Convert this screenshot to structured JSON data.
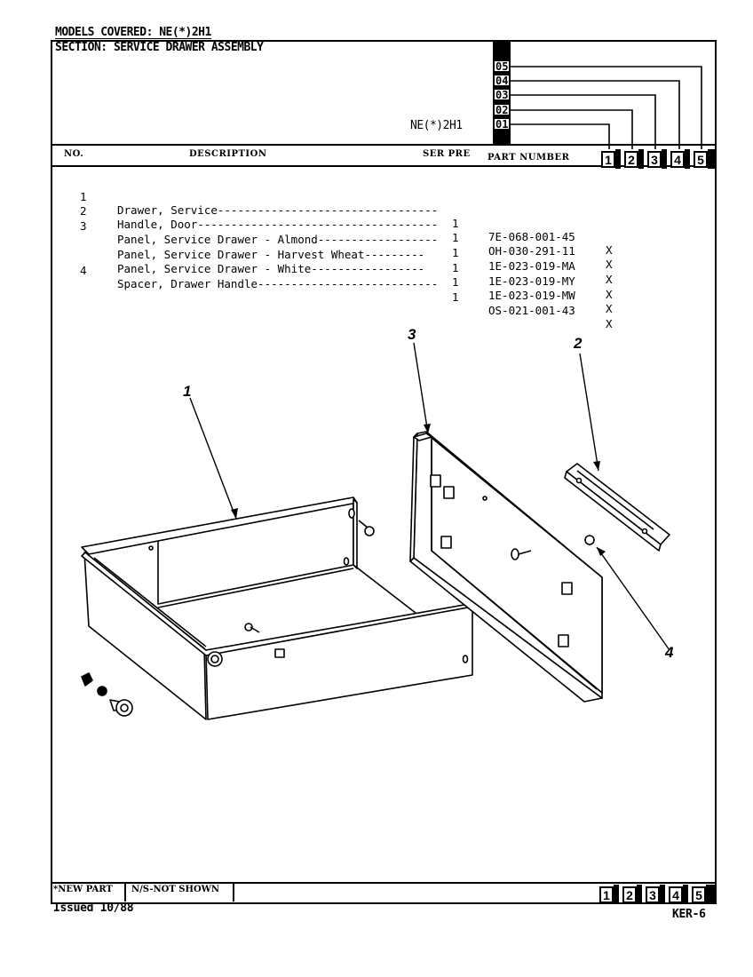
{
  "header": {
    "models_covered": "MODELS COVERED:  NE(*)2H1",
    "section": "SECTION:  SERVICE DRAWER ASSEMBLY",
    "model_code": "NE(*)2H1",
    "model_tabs": [
      "05",
      "04",
      "03",
      "02",
      "01"
    ]
  },
  "columns": {
    "no": "NO.",
    "description": "DESCRIPTION",
    "ser_pre": "SER PRE",
    "part_number": "PART NUMBER",
    "model_numbers": [
      "1",
      "2",
      "3",
      "4",
      "5"
    ]
  },
  "parts": [
    {
      "no": "1",
      "description": "Drawer, Service---------------------------------",
      "qty": "1",
      "part_number": "7E-068-001-45",
      "mark": "X"
    },
    {
      "no": "2",
      "description": "Handle, Door------------------------------------",
      "qty": "1",
      "part_number": "OH-030-291-11",
      "mark": "X"
    },
    {
      "no": "3",
      "description": "Panel, Service Drawer - Almond------------------",
      "qty": "1",
      "part_number": "1E-023-019-MA",
      "mark": "X"
    },
    {
      "no": "",
      "description": "Panel, Service Drawer - Harvest Wheat---------",
      "qty": "1",
      "part_number": "1E-023-019-MY",
      "mark": "X"
    },
    {
      "no": "",
      "description": "Panel, Service Drawer - White-----------------",
      "qty": "1",
      "part_number": "1E-023-019-MW",
      "mark": "X"
    },
    {
      "no": "4",
      "description": "Spacer, Drawer Handle---------------------------",
      "qty": "1",
      "part_number": "OS-021-001-43",
      "mark": "X"
    }
  ],
  "diagram": {
    "callouts": [
      "1",
      "2",
      "3",
      "4"
    ]
  },
  "footer": {
    "new_part": "*NEW PART",
    "not_shown": "N/S-NOT SHOWN",
    "issued": "Issued 10/88",
    "page_id": "KER-6",
    "model_numbers": [
      "1",
      "2",
      "3",
      "4",
      "5"
    ]
  }
}
